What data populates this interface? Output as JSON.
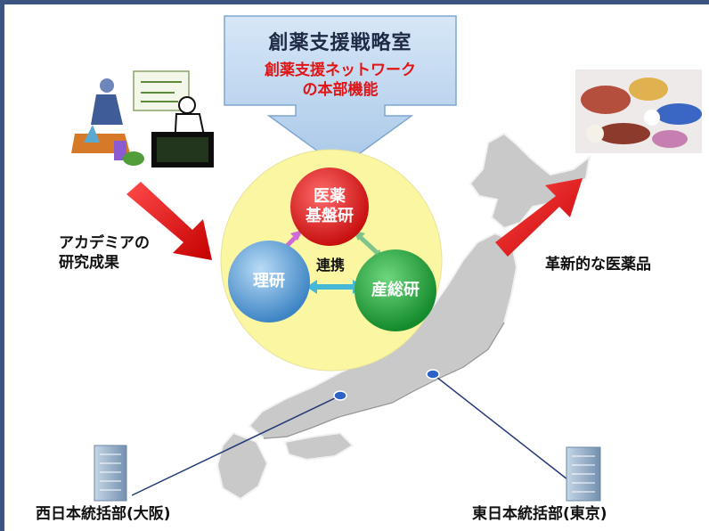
{
  "header": {
    "title": "創薬支援戦略室",
    "subtitle_line1": "創薬支援ネットワーク",
    "subtitle_line2": "の本部機能"
  },
  "network": {
    "center": "連携",
    "nodes": {
      "top_line1": "医薬",
      "top_line2": "基盤研",
      "left": "理研",
      "right": "産総研"
    }
  },
  "labels": {
    "academia_line1": "アカデミアの",
    "academia_line2": "研究成果",
    "innovative_drug": "革新的な医薬品",
    "west_office": "西日本統括部(大阪)",
    "east_office": "東日本統括部(東京)"
  },
  "colors": {
    "frame": "#3c5580",
    "callout_fill": "#b9d3ee",
    "callout_title": "#1f2a44",
    "callout_sub": "#e01515",
    "red_arrow": "#e51212",
    "yellow_disc": "#fbf6a2",
    "node_red": "#e21f1f",
    "node_blue": "#5b9ed4",
    "node_green": "#1fa23a",
    "map": "#c9c9c9"
  }
}
